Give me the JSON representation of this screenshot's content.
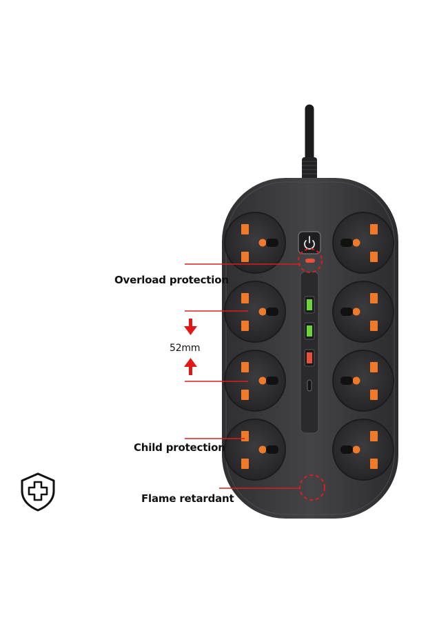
{
  "labels": {
    "overload": "Overload protection",
    "spacing": "52mm",
    "child": "Child protection",
    "flame": "Flame retardant"
  },
  "colors": {
    "body": "#3a3a3c",
    "socket_orange": "#f07a2a",
    "usb_green": "#6fd43a",
    "usb_red": "#e8503a",
    "accent_red": "#d81e1e"
  },
  "icons": {
    "shield": "shield-cross-icon",
    "power": "power-icon"
  }
}
